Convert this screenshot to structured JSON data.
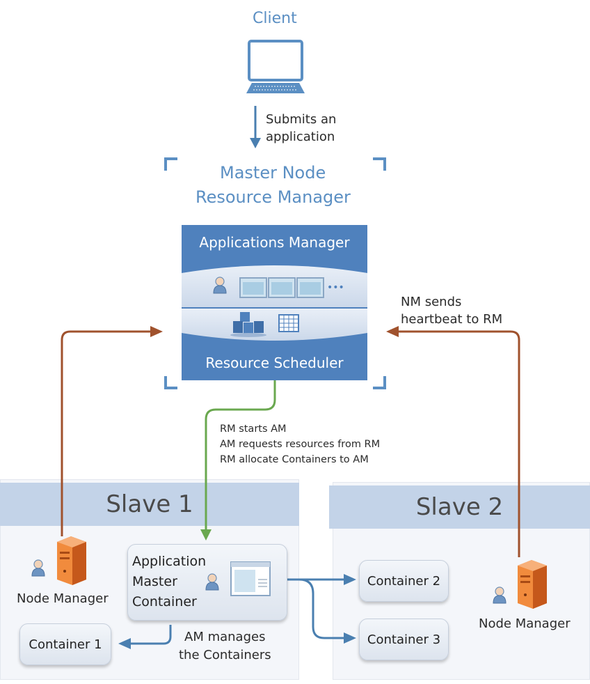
{
  "client": {
    "label": "Client"
  },
  "submit": {
    "line1": "Submits an",
    "line2": "application"
  },
  "master": {
    "line1": "Master Node",
    "line2": "Resource Manager"
  },
  "rm": {
    "top_label": "Applications Manager",
    "bottom_label": "Resource Scheduler",
    "dots": "•••"
  },
  "heartbeat": {
    "line1": "NM sends",
    "line2": "heartbeat to RM"
  },
  "am_flow": {
    "line1": "RM starts AM",
    "line2": "AM requests resources from RM",
    "line3": "RM allocate Containers to AM"
  },
  "slave1": {
    "title": "Slave 1",
    "node_manager": "Node Manager",
    "am_line1": "Application",
    "am_line2": "Master",
    "am_line3": "Container",
    "container1": "Container 1"
  },
  "slave2": {
    "title": "Slave 2",
    "node_manager": "Node Manager",
    "container2": "Container 2",
    "container3": "Container 3"
  },
  "manage": {
    "line1": "AM manages",
    "line2": "the Containers"
  },
  "colors": {
    "accent_blue": "#4f81bd",
    "title_blue": "#5b8fc3",
    "heartbeat_arrow": "#a0522d",
    "am_arrow": "#6aa84f",
    "container_arrow": "#4a7fb0",
    "server_orange": "#e8762b"
  },
  "icons": [
    "computer-icon",
    "user-icon",
    "window-icon",
    "server-cluster-icon",
    "calendar-grid-icon",
    "server-icon"
  ]
}
